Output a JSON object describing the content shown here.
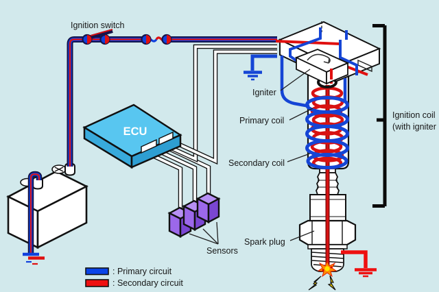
{
  "diagram": {
    "title_context": "Ignition system diagram",
    "labels": {
      "ignition_switch": "Ignition switch",
      "igniter": "Igniter",
      "primary_coil": "Primary coil",
      "secondary_coil": "Secondary coil",
      "spark_plug": "Spark plug",
      "sensors": "Sensors",
      "ecu": "ECU",
      "ignition_coil_line1": "Ignition coil",
      "ignition_coil_line2": "(with igniter"
    },
    "legend": {
      "primary": {
        "label": ": Primary circuit",
        "color": "#0b44e8"
      },
      "secondary": {
        "label": ": Secondary circuit",
        "color": "#ee1010"
      }
    },
    "colors": {
      "background": "#d2e9ec",
      "wire_outline": "#14144a",
      "primary_wire": "#1040dd",
      "secondary_wire": "#e01010",
      "ecu_fill": "#58c6f0",
      "sensor_fill": "#9c68ea"
    }
  }
}
